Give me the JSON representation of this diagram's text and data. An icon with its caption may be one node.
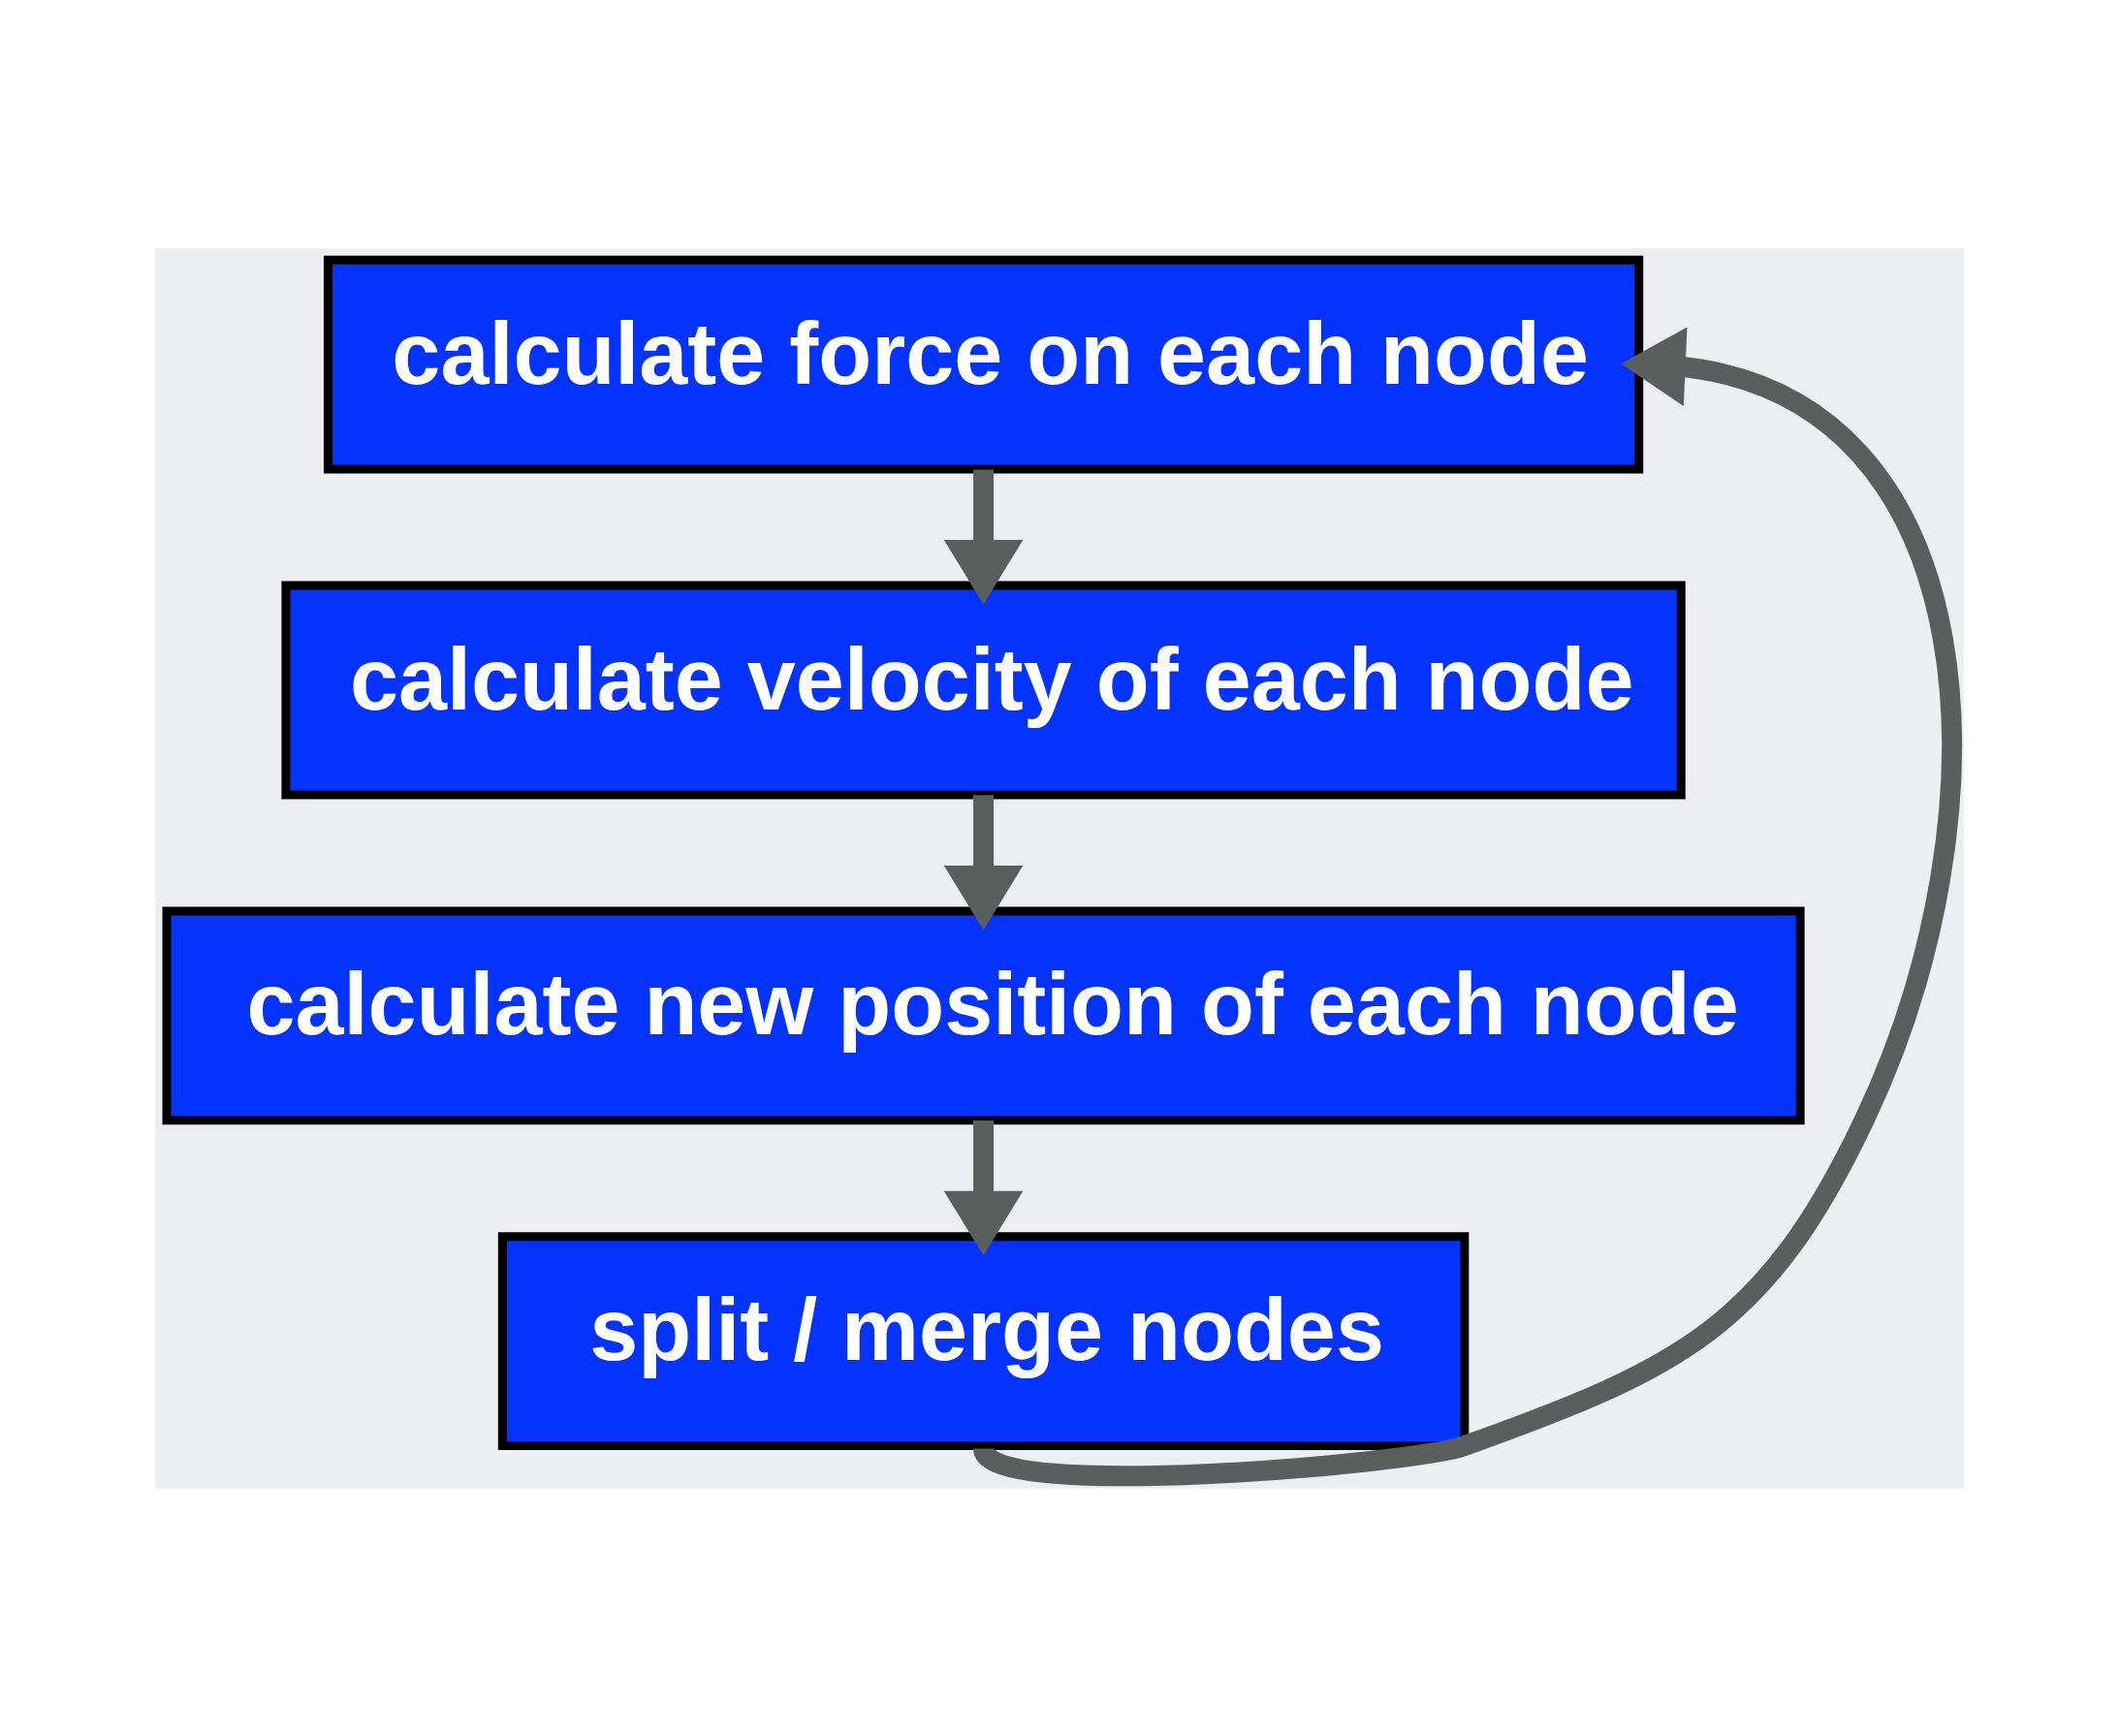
{
  "diagram": {
    "nodes": [
      {
        "text": [
          "calculate force on each node"
        ]
      },
      {
        "text": [
          "calculate velocity of each node"
        ]
      },
      {
        "text": [
          "calculate new position of each node"
        ]
      },
      {
        "text": [
          "split / merge nodes"
        ]
      }
    ],
    "edges": [
      {
        "from": 0,
        "to": 1,
        "arrow": "to"
      },
      {
        "from": 1,
        "to": 2,
        "arrow": "to"
      },
      {
        "from": 2,
        "to": 3,
        "arrow": "to"
      },
      {
        "from": 3,
        "to": 0,
        "arrow": "to"
      }
    ]
  }
}
